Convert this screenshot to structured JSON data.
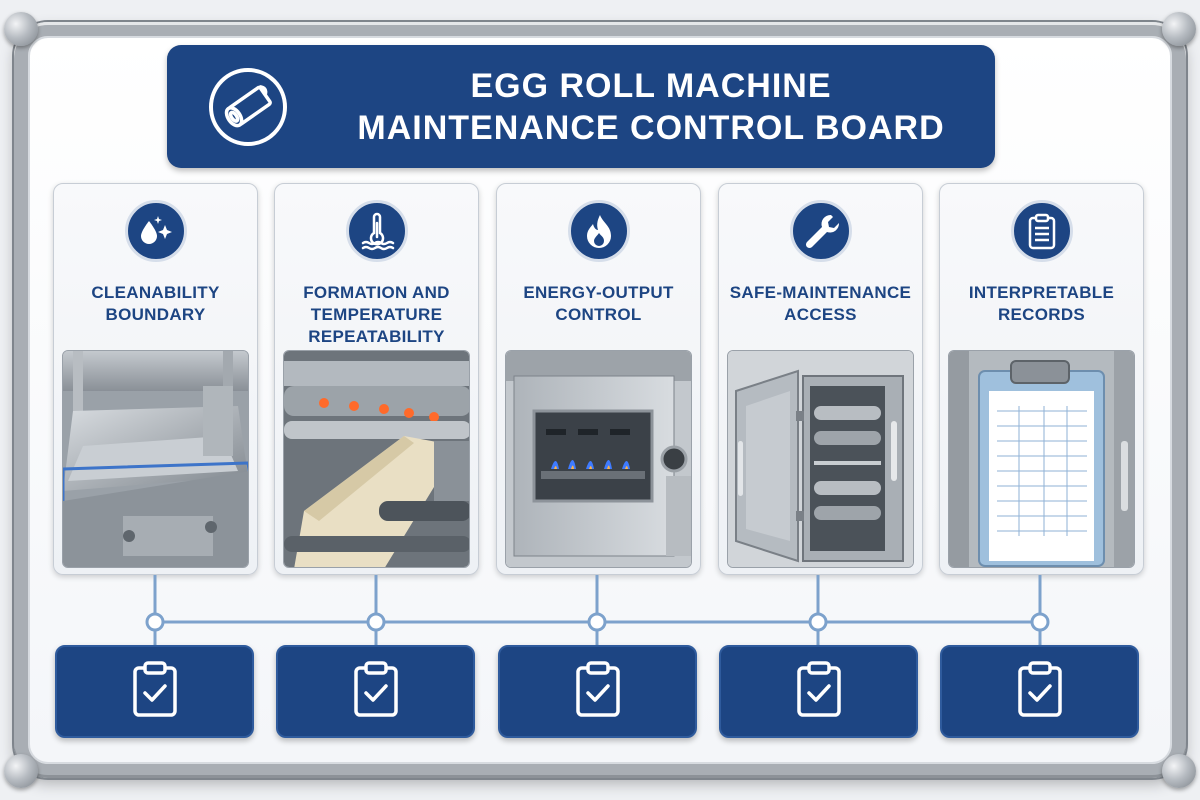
{
  "banner": {
    "line1": "EGG ROLL MACHINE",
    "line2": "MAINTENANCE CONTROL BOARD",
    "icon": "egg-roll-icon"
  },
  "colors": {
    "navy": "#1d4583",
    "frame": "#a9aeb4",
    "connector": "#7da2cc"
  },
  "cards": [
    {
      "title_lines": [
        "CLEANABILITY",
        "BOUNDARY"
      ],
      "icon": "water-drop-sparkle-icon",
      "photo": "stainless-tray-photo"
    },
    {
      "title_lines": [
        "FORMATION AND",
        "TEMPERATURE",
        "REPEATABILITY"
      ],
      "icon": "thermometer-icon",
      "photo": "roller-sheet-photo"
    },
    {
      "title_lines": [
        "ENERGY-OUTPUT",
        "CONTROL"
      ],
      "icon": "flame-icon",
      "photo": "gas-burner-photo"
    },
    {
      "title_lines": [
        "SAFE-MAINTENANCE",
        "ACCESS"
      ],
      "icon": "wrench-icon",
      "photo": "open-door-cabinet-photo"
    },
    {
      "title_lines": [
        "INTERPRETABLE",
        "RECORDS"
      ],
      "icon": "clipboard-icon",
      "photo": "clipboard-on-machine-photo"
    }
  ],
  "checklist_buttons": [
    {
      "icon": "clipboard-check-icon"
    },
    {
      "icon": "clipboard-check-icon"
    },
    {
      "icon": "clipboard-check-icon"
    },
    {
      "icon": "clipboard-check-icon"
    },
    {
      "icon": "clipboard-check-icon"
    }
  ]
}
